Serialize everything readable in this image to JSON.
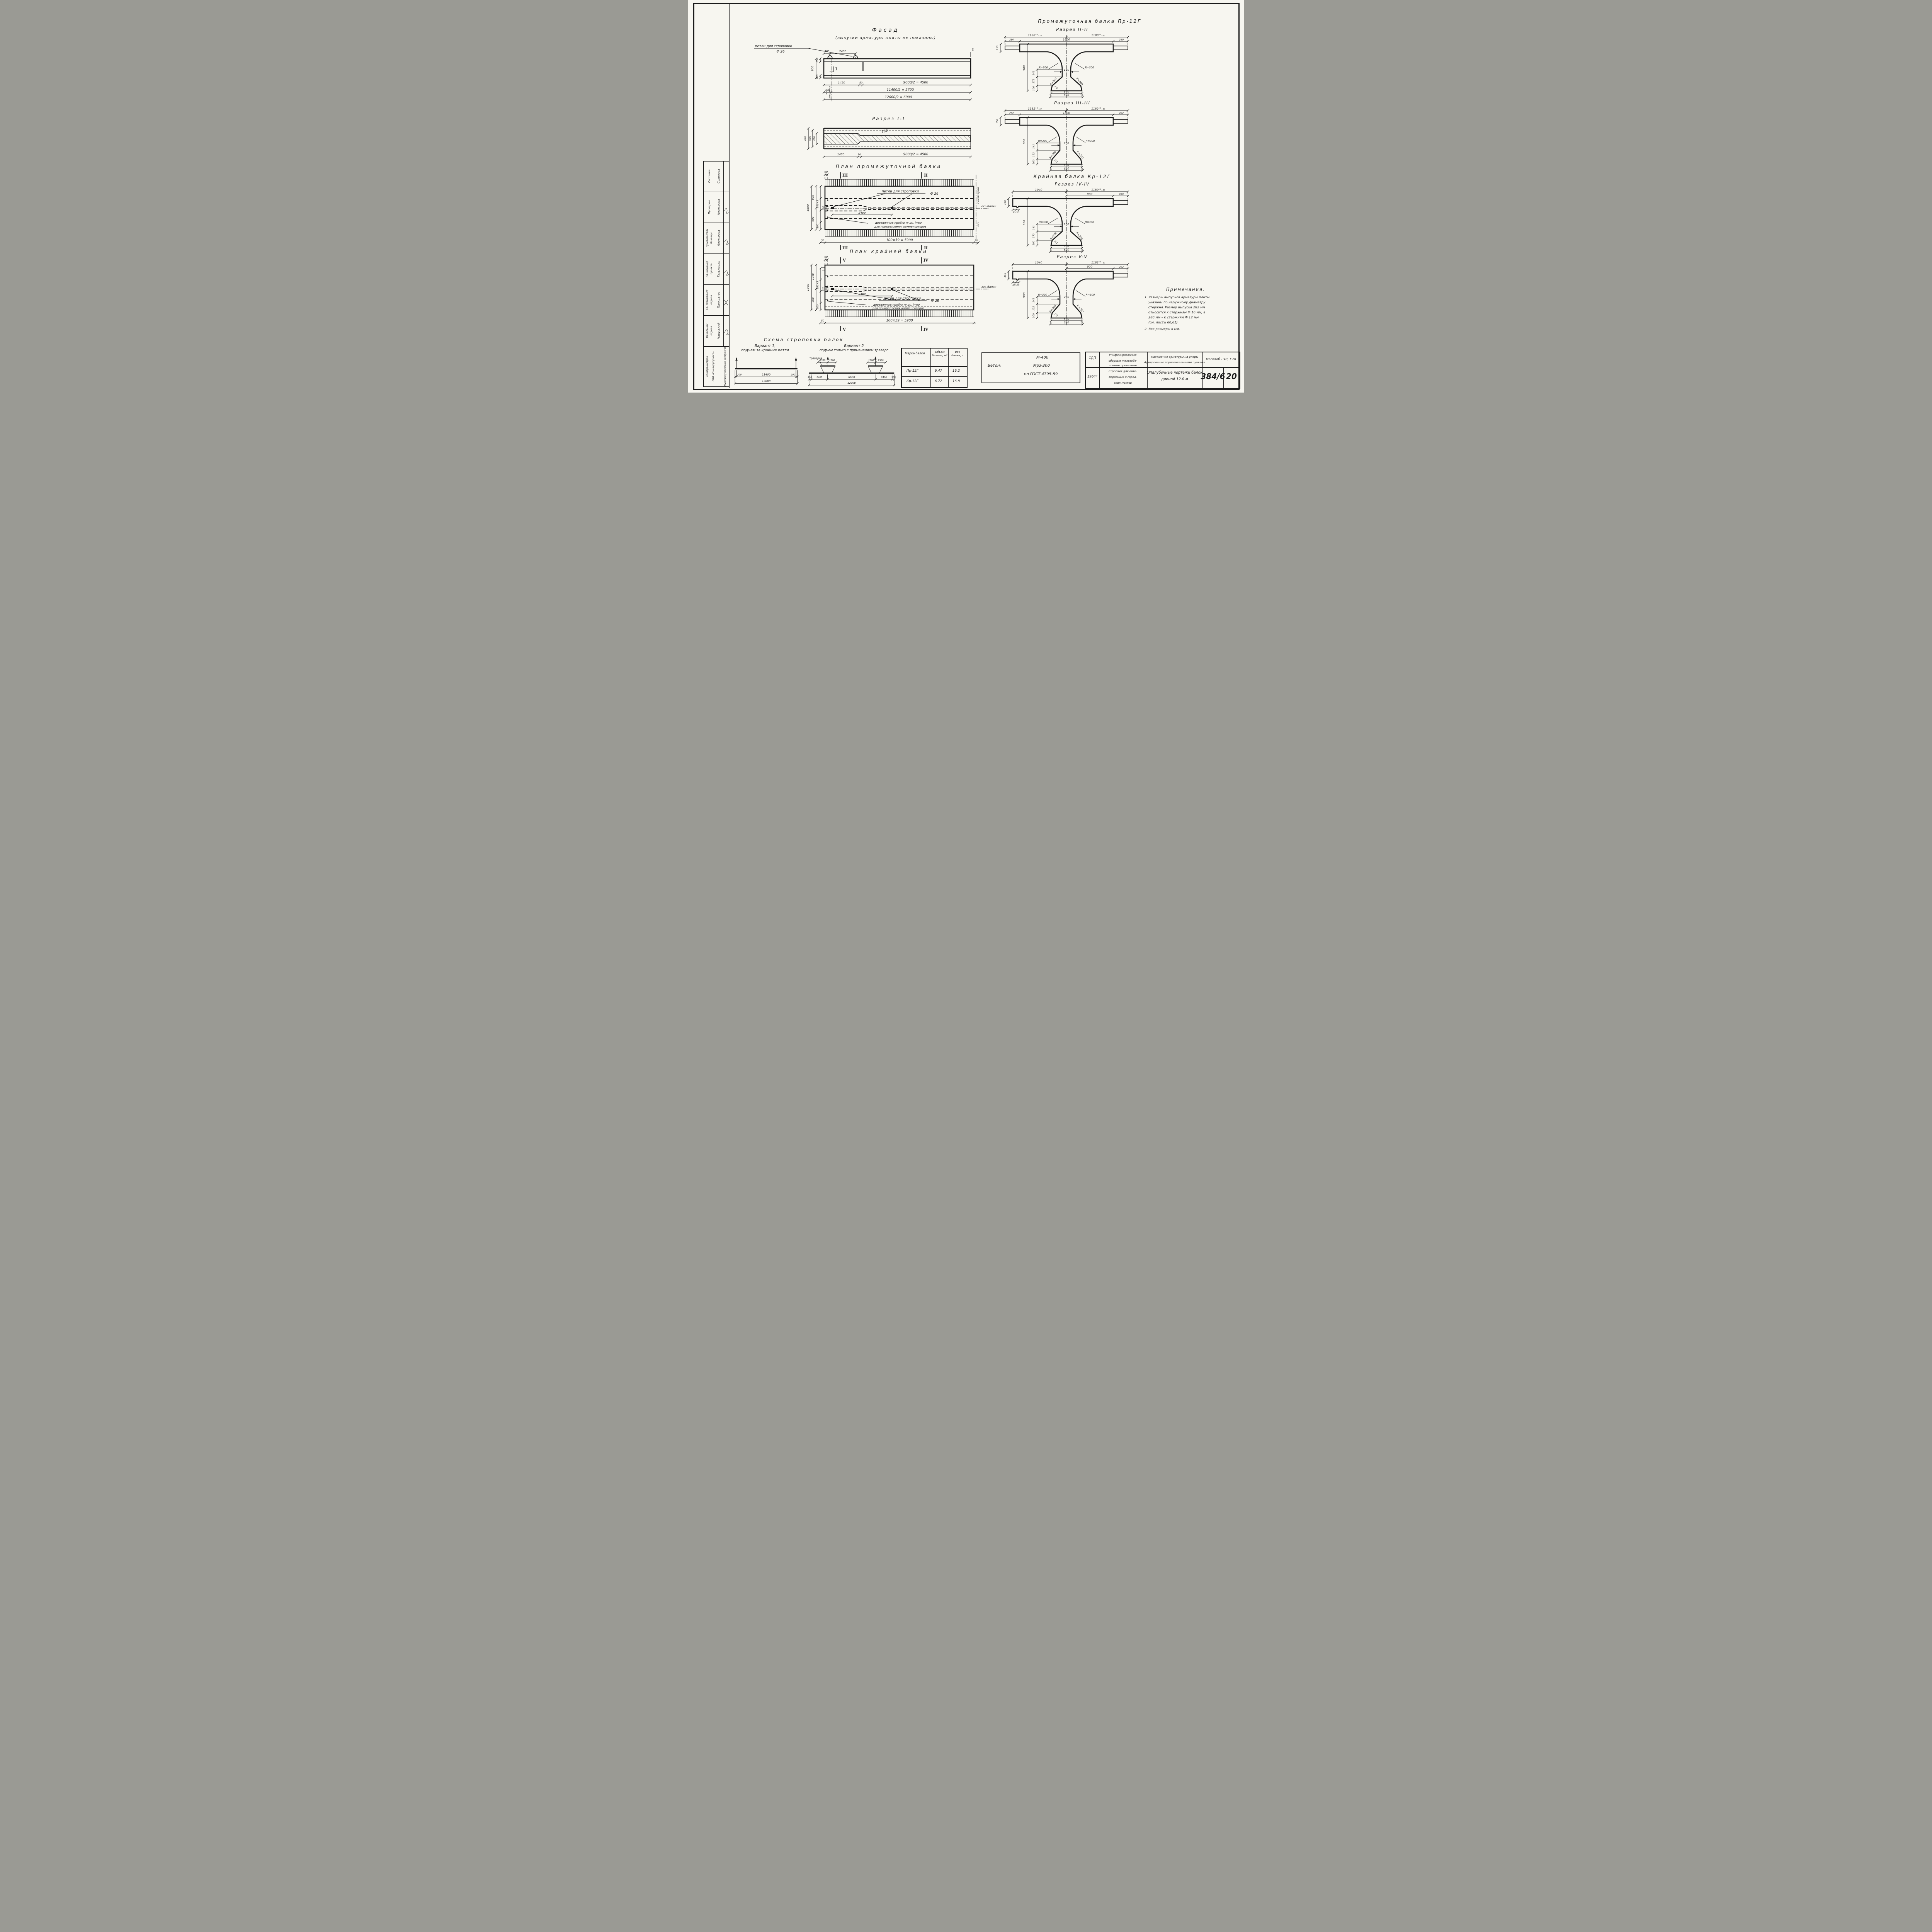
{
  "fa": {
    "title": "Фасад",
    "subtitle": "(выпуски арматуры плиты не показаны)",
    "loops": "петли для строповки",
    "dia": "Ф 26",
    "d300": "300",
    "d2400": "2400",
    "d150": "150",
    "d900": "900",
    "d100": "100",
    "mark": "I",
    "d1450": "1450",
    "d50": "50",
    "d4500": "9000/2 = 4500",
    "d300b": "300",
    "d5700": "11400/2 = 5700",
    "d6000": "12000/2 = 6000",
    "axis1": "ось",
    "axis2": "опирания"
  },
  "r1": {
    "title": "Разрез I-I",
    "d620": "620",
    "d600": "600",
    "d260": "260",
    "d160": "160",
    "d1450": "1450",
    "d50": "50",
    "d4500": "9000/2 = 4500"
  },
  "pm": {
    "title": "План промежуточной балки",
    "d90": "90",
    "mklt": "III",
    "mkrt": "II",
    "mklb": "III",
    "mkrb": "II",
    "d1800": "1800",
    "d900a": "900",
    "d900b": "900",
    "d5003": "500×3",
    "d300": "300",
    "d120": "120",
    "d2400": "2400",
    "loops": "петли для строповки",
    "dia": "Ф 26",
    "plug1": "деревянные пробки Ф 20, l=60",
    "plug2": "для прикрепления компенсаторов",
    "axisb": "ось балки",
    "sym1": "симметрии",
    "sym2": "ось",
    "d50l": "50",
    "d5900": "100×59 = 5900",
    "d50r": "50"
  },
  "pe": {
    "title": "План крайней балки",
    "d90": "90",
    "mklt": "V",
    "mkrt": "IV",
    "mklb": "V",
    "mkrb": "IV",
    "d1940": "1940",
    "d1040": "1040",
    "d900": "900",
    "d5003": "500×3",
    "d300": "300",
    "d120": "120",
    "d2400": "2400",
    "loops": "петли для строповки",
    "dia": "Ф 26",
    "plug1": "деревянные пробки Ф 20, l=60",
    "plug2": "для прикрепления компенсаторов",
    "axisb": "ось балки",
    "d50": "50",
    "d5900": "100×59 = 5900"
  },
  "st": {
    "title": "Схема строповки балок",
    "v1a": "Вариант 1,",
    "v1b": "подъем за крайние петли",
    "v2a": "Вариант 2",
    "v2b": "подъем только с применением траверс",
    "trav": "траверса",
    "a300l": "300",
    "a11400": "11400",
    "a300r": "300",
    "a12000": "12000",
    "b1500l": "1500",
    "b1200l": "1200",
    "b1200r": "1200",
    "b1500r": "1500",
    "b300l": "300",
    "b2400l": "2400",
    "b6600": "6600",
    "b2400r": "2400",
    "b300r": "300",
    "b12000": "12000"
  },
  "bt": {
    "h1": "Марка балки",
    "h2": "Объем бетона, м³",
    "h3": "Вес балки, т",
    "rows": [
      {
        "m": "Пр-12Г",
        "v": "6.47",
        "w": "16.2"
      },
      {
        "m": "Кр-12Г",
        "v": "6.72",
        "w": "16.8"
      }
    ]
  },
  "cb": {
    "l1": "М-400",
    "lab": "Бетон:",
    "l2": "Мрз-300",
    "l3": "по ГОСТ 4795-59"
  },
  "sx": {
    "hdr": "Промежуточная балка Пр-12Г",
    "hdr2": "Крайняя балка Кр-12Г",
    "ii": {
      "title": "Разрез II-II",
      "tl": "1180⁺⁵₋₁₀",
      "tr": "1180⁺⁵₋₁₀",
      "ol": "280",
      "mid": "1800",
      "or": "280",
      "d150": "150",
      "d900": "900",
      "web": "160",
      "r3l": "R=300",
      "r3r": "R=300",
      "r2l": "R=200",
      "r2r": "R=200",
      "sl": "1:1",
      "v1": "141",
      "v2": "172",
      "v3": "100",
      "d600": "600",
      "d620": "620"
    },
    "iii": {
      "title": "Разрез III-III",
      "tl": "1182⁺⁵₋₁₀",
      "tr": "1182⁺⁵₋₁₀",
      "ol": "282",
      "mid": "1800",
      "or": "282",
      "d150": "150",
      "d900": "900",
      "web": "260",
      "r3l": "R=300",
      "r3r": "R=300",
      "r2l": "R=200",
      "r2r": "R=200",
      "sl": "1:1",
      "v1": "141",
      "v2": "122",
      "v3": "100",
      "d600": "600",
      "d620": "620"
    },
    "iv": {
      "title": "Разрез IV-IV",
      "tl": "1040",
      "tr": "1180⁺⁵₋₁₀",
      "in9": "900",
      "or": "280",
      "d3030": "30 30",
      "d150": "150",
      "d900": "900",
      "web": "160",
      "r3l": "R=300",
      "r3r": "R=300",
      "r2l": "R=200",
      "r2r": "R=200",
      "sl": "1:1",
      "v1": "141",
      "v2": "172",
      "v3": "100",
      "d600": "600",
      "d620": "620"
    },
    "v": {
      "title": "Разрез V-V",
      "tl": "1040",
      "tr": "1182⁺⁵₋₁₀",
      "in9": "900",
      "or": "282",
      "d3030": "30 30",
      "d150": "150",
      "d900": "900",
      "web": "260",
      "r3l": "R=300",
      "r3r": "R=300",
      "r2l": "R=200",
      "r2r": "R=200",
      "sl": "1:1",
      "v1": "141",
      "v2": "122",
      "v3": "100",
      "d600": "600",
      "d620": "620"
    }
  },
  "nt": {
    "title": "Примечания.",
    "l1": "1. Размеры выпусков арматуры плиты",
    "l2": "указаны по наружному диаметру",
    "l3": "стержня. Размер выпуска 282 мм",
    "l4": "относится к стержням Ф 16 мм, а",
    "l5": "280 мм – к стержням Ф 12 мм",
    "l6": "(см. листы 60,61)",
    "l7": "2. Все размеры в мм."
  },
  "tb": {
    "org": "СДП",
    "year": "1964г",
    "b1": "Унифицированные",
    "b2": "сборные железобе-",
    "b3": "тонные пролетные",
    "b4": "строения для авто-",
    "b5": "дорожных и город-",
    "b6": "ских мостов",
    "s1": "Натяжение арматуры на упоры",
    "s2": "Армирование горизонтальными пучками",
    "scale": "Масштаб 1:40, 1:20",
    "t1": "Опалубочные чертежи балок",
    "t2": "длиной 12.0 м",
    "num": "384/6",
    "sheet": "20"
  },
  "sb": {
    "rows": [
      {
        "r1": "Составил",
        "r2": "",
        "n": "Соколова"
      },
      {
        "r1": "Проверил",
        "r2": "",
        "n": "Алексеева"
      },
      {
        "r1": "Руководитель",
        "r2": "бригады",
        "n": "Алексеева"
      },
      {
        "r1": "Гл. инженер",
        "r2": "проекта",
        "n": "Гальперин"
      },
      {
        "r1": "Гл. специалист",
        "r2": "отдела",
        "n": "Панкратов"
      },
      {
        "r1": "Начальник",
        "r2": "отдела",
        "n": "Чарусский"
      }
    ],
    "o1": "Минтрансстрой",
    "o2": "ГПИ «Союздорпроект»",
    "o3": "Отдел искусственных сооружений"
  }
}
